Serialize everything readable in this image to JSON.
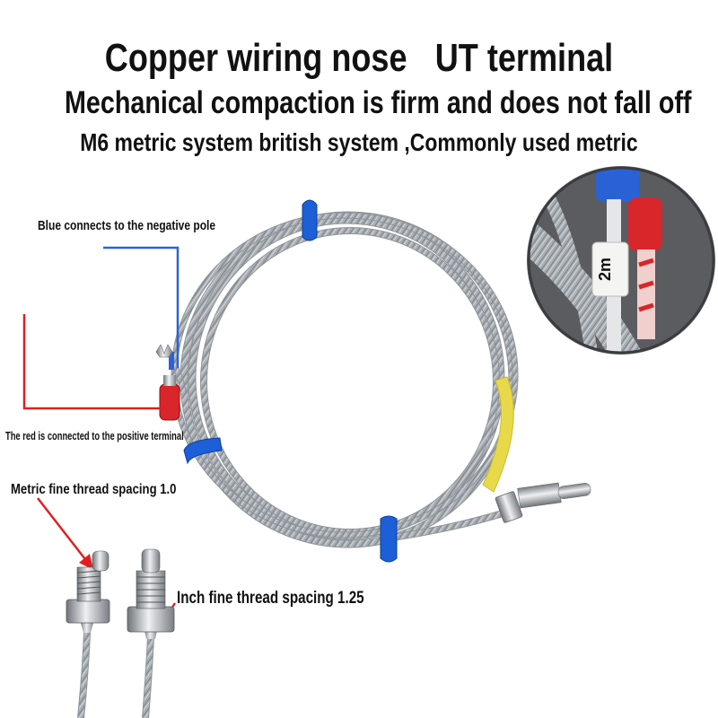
{
  "headline": {
    "line1_left": "Copper wiring nose",
    "line1_right": "UT terminal",
    "line2": "Mechanical compaction is firm and does not fall off",
    "line3": "M6 metric system british system ,Commonly used metric"
  },
  "callouts": {
    "blue_negative": "Blue connects to the negative pole",
    "red_positive": "The red is connected to the positive terminal",
    "metric_thread": "Metric fine thread spacing 1.0",
    "inch_thread": "Inch fine thread spacing 1.25"
  },
  "inset": {
    "length_tag": "2m"
  },
  "colors": {
    "wire": "#a9aeb3",
    "clip_blue": "#1c5fd6",
    "terminal_red": "#d8262b",
    "leader_red": "#e02020",
    "leader_blue": "#2a62d6",
    "label_yellow": "#e8d94a"
  }
}
